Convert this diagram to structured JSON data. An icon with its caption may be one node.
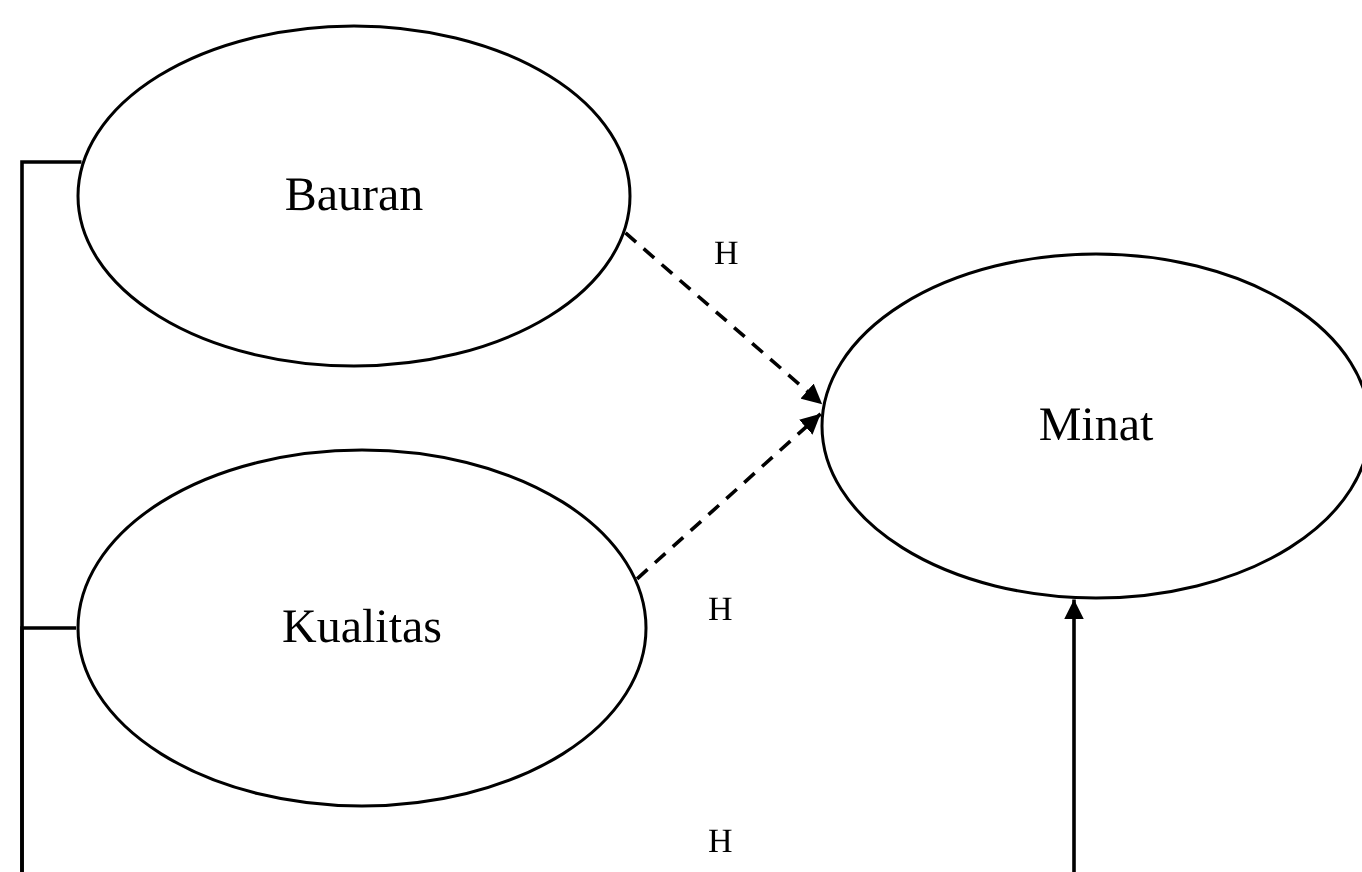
{
  "diagram": {
    "nodes": [
      {
        "text": [
          "Bauran"
        ]
      },
      {
        "text": [
          "Kualitas"
        ]
      },
      {
        "text": [
          "Minat"
        ]
      }
    ],
    "edges": [
      {
        "from": 0,
        "to": 2,
        "arrow": "to",
        "style": "dashed"
      },
      {
        "from": 1,
        "to": 2,
        "arrow": "to",
        "style": "dashed"
      },
      {
        "from": null,
        "to": 2,
        "arrow": "to"
      },
      {
        "from": 0,
        "to": null,
        "arrow": "none"
      },
      {
        "from": 1,
        "to": null,
        "arrow": "none"
      }
    ],
    "labels": [
      "H",
      "H",
      "H"
    ]
  }
}
